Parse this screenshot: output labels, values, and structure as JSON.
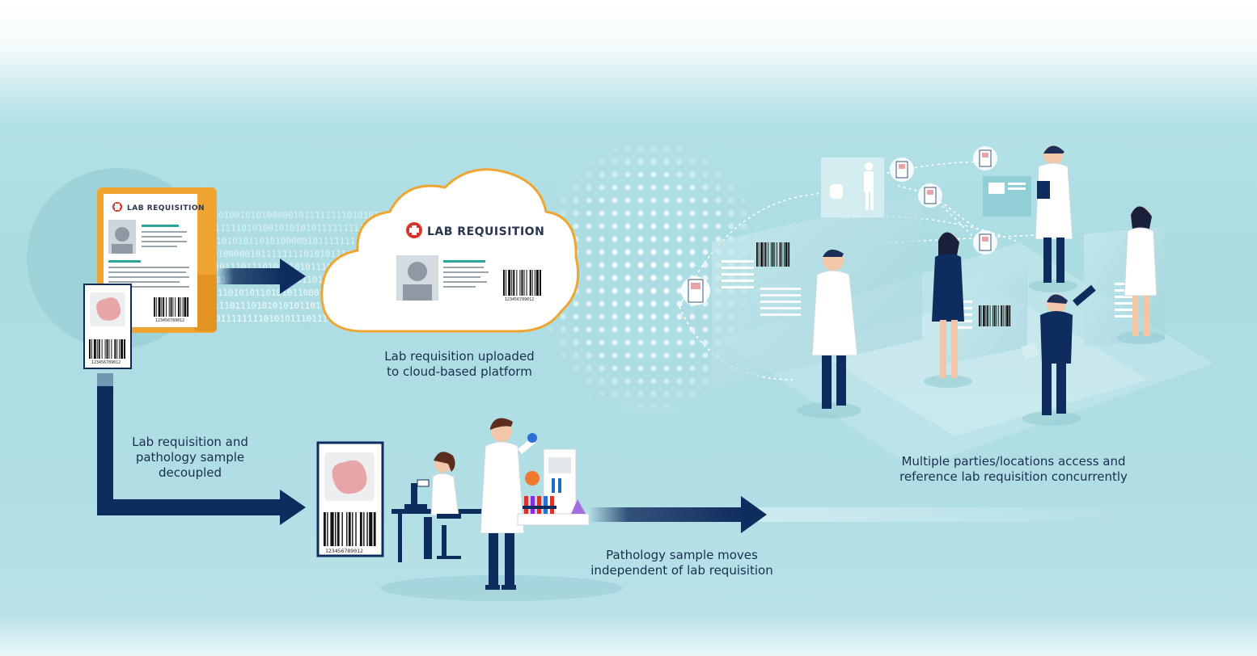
{
  "colors": {
    "navy": "#0f2c5e",
    "orange": "#f0a531",
    "teal": "#2aa59a",
    "red": "#d9342b",
    "sample": "#e8a5a8",
    "background": "#b0dee4"
  },
  "forms": {
    "folder_title": "LAB REQUISITION",
    "cloud_title": "LAB REQUISITION"
  },
  "barcodes": {
    "folder_number": "123456789012",
    "cloud_number": "123456789012",
    "sample_small_number": "123456789012",
    "sample_large_number": "123456789012"
  },
  "binary_stream": [
    "10101001010100000101111111101010111",
    "00111110101001010101011111111101010",
    "11101010110101000001011111111010101",
    "10100000101111111101010111001101011",
    "11011101110101010101110011101011101",
    "10101011010001010110111110101010110",
    "01101010110101011000101010111001010",
    "11101110101010101101011110100000101",
    "01111111101010111011101110101010110"
  ],
  "captions": {
    "upload": [
      "Lab requisition uploaded",
      "to cloud-based platform"
    ],
    "decoupled": [
      "Lab requisition and",
      "pathology sample",
      "decoupled"
    ],
    "moves": [
      "Pathology sample moves",
      "independent of lab requisition"
    ],
    "access": [
      "Multiple parties/locations access and",
      "reference lab requisition concurrently"
    ]
  },
  "icons": {
    "folder": "folder-icon",
    "cloud": "cloud-icon",
    "sample_card": "specimen-card-icon",
    "microscope": "microscope-icon",
    "test_tubes": "test-tubes-icon",
    "people": "person-icon"
  }
}
